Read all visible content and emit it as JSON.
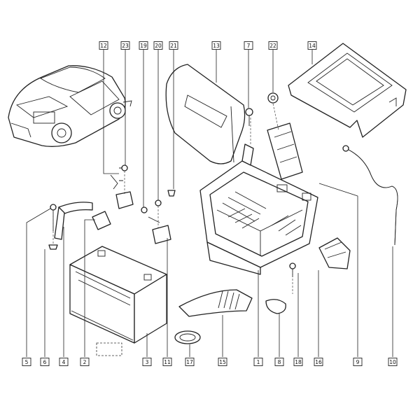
{
  "callouts": {
    "top": [
      "12",
      "23",
      "19",
      "20",
      "21",
      "13",
      "7",
      "22",
      "14"
    ],
    "bottom": [
      "5",
      "6",
      "4",
      "2",
      "3",
      "11",
      "17",
      "15",
      "1",
      "8",
      "18",
      "16",
      "9",
      "10"
    ]
  }
}
